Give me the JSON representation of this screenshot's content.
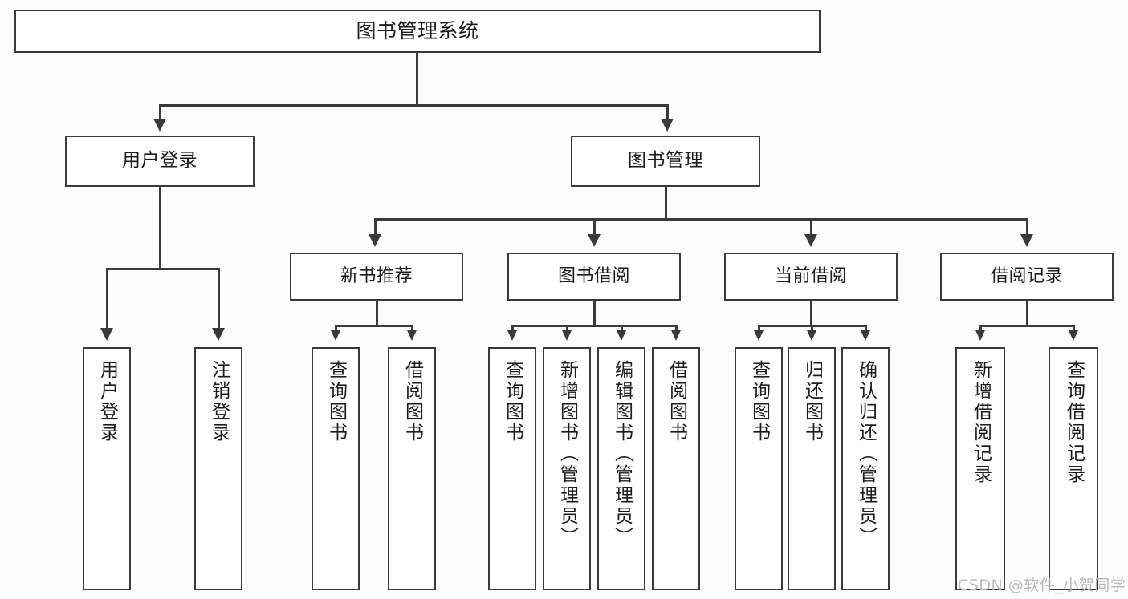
{
  "diagram": {
    "type": "tree-hierarchy",
    "title": "图书管理系统",
    "watermark": "CSDN @软件_小贺同学",
    "colors": {
      "stroke": "#3a3a3a",
      "fill": "#ffffff",
      "background": "#fdfdfd",
      "text": "#1c1c1c",
      "watermark": "#b9b9b9"
    },
    "root": {
      "label": "图书管理系统"
    },
    "level2": [
      {
        "label": "用户登录"
      },
      {
        "label": "图书管理"
      }
    ],
    "level3": [
      {
        "label": "新书推荐"
      },
      {
        "label": "图书借阅"
      },
      {
        "label": "当前借阅"
      },
      {
        "label": "借阅记录"
      }
    ],
    "leaves": {
      "user_login": [
        {
          "label": "用户登录"
        },
        {
          "label": "注销登录"
        }
      ],
      "new_book": [
        {
          "label": "查询图书"
        },
        {
          "label": "借阅图书"
        }
      ],
      "book_borrow": [
        {
          "label": "查询图书"
        },
        {
          "label": "新增图书（管理员）"
        },
        {
          "label": "编辑图书（管理员）"
        },
        {
          "label": "借阅图书"
        }
      ],
      "current_borrow": [
        {
          "label": "查询图书"
        },
        {
          "label": "归还图书"
        },
        {
          "label": "确认归还（管理员）"
        }
      ],
      "borrow_record": [
        {
          "label": "新增借阅记录"
        },
        {
          "label": "查询借阅记录"
        }
      ]
    }
  }
}
